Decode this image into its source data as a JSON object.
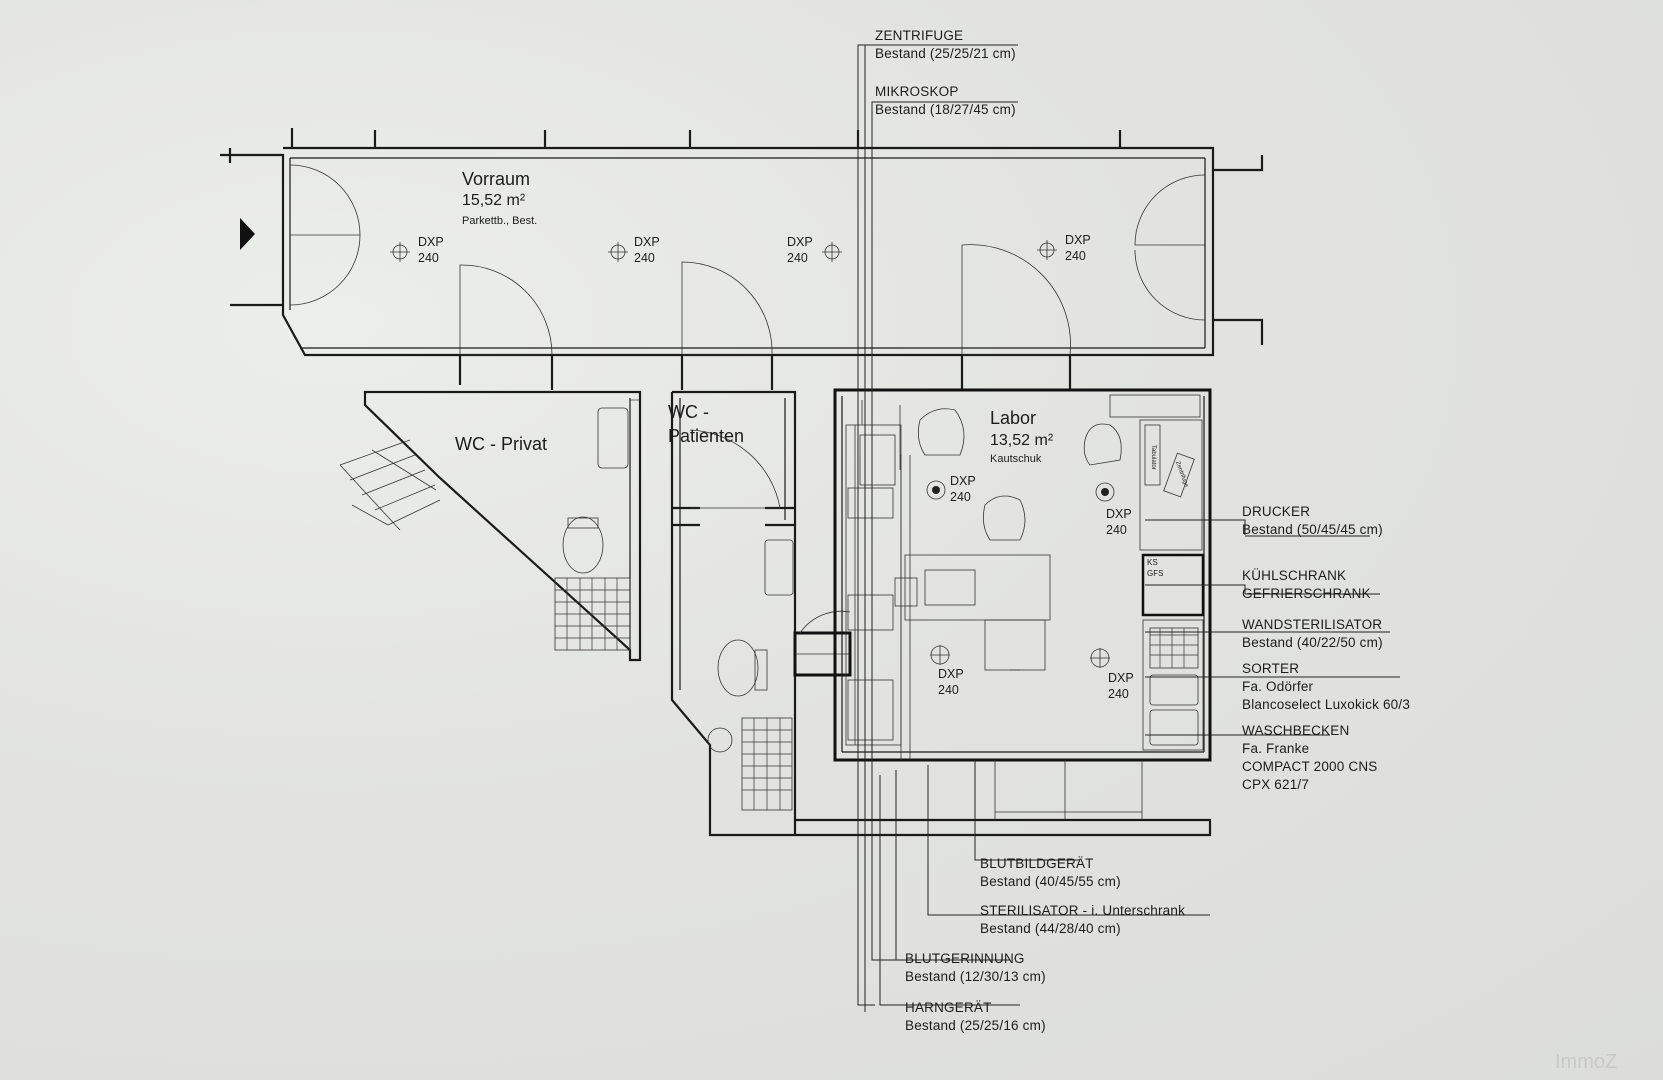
{
  "rooms": {
    "vorraum": {
      "name": "Vorraum",
      "area": "15,52 m²",
      "floor": "Parkettb., Best."
    },
    "wc_privat": {
      "name": "WC - Privat"
    },
    "wc_patienten": {
      "name_1": "WC -",
      "name_2": "Patienten"
    },
    "labor": {
      "name": "Labor",
      "area": "13,52 m²",
      "floor": "Kautschuk"
    }
  },
  "outlets": {
    "code": "DXP",
    "height": "240"
  },
  "furniture": {
    "kuehlschrank_tag_1": "KS",
    "kuehlschrank_tag_2": "GFS",
    "box1": "Tabulator",
    "box2": "Zentrifuge"
  },
  "equipment": [
    {
      "name": "ZENTRIFUGE",
      "detail": "Bestand (25/25/21 cm)"
    },
    {
      "name": "MIKROSKOP",
      "detail": "Bestand (18/27/45 cm)"
    },
    {
      "name": "DRUCKER",
      "detail": "Bestand (50/45/45 cm)"
    },
    {
      "name": "KÜHLSCHRANK",
      "detail": "GEFRIERSCHRANK"
    },
    {
      "name": "WANDSTERILISATOR",
      "detail": "Bestand (40/22/50 cm)"
    },
    {
      "name": "SORTER",
      "detail": "Fa. Odörfer",
      "detail2": "Blancoselect Luxokick 60/3"
    },
    {
      "name": "WASCHBECKEN",
      "detail": "Fa. Franke",
      "detail2": "COMPACT 2000 CNS",
      "detail3": "CPX 621/7"
    },
    {
      "name": "BLUTBILDGERÄT",
      "detail": "Bestand (40/45/55 cm)"
    },
    {
      "name": "STERILISATOR - i. Unterschrank",
      "detail": "Bestand (44/28/40 cm)"
    },
    {
      "name": "BLUTGERINNUNG",
      "detail": "Bestand (12/30/13 cm)"
    },
    {
      "name": "HARNGERÄT",
      "detail": "Bestand (25/25/16 cm)"
    }
  ],
  "watermark": "ImmoZ"
}
